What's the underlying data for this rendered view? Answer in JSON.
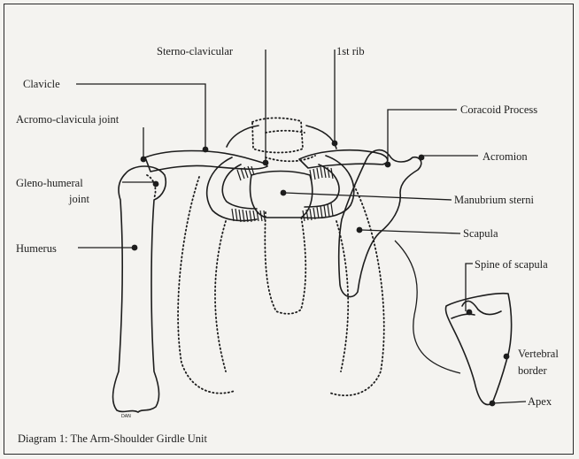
{
  "labels": {
    "sterno_clavicular": "Sterno-clavicular",
    "first_rib": "1st rib",
    "clavicle": "Clavicle",
    "coracoid_process": "Coracoid Process",
    "acromo_clavicula_joint": "Acromo-clavicula joint",
    "acromion": "Acromion",
    "gleno_humeral_1": "Gleno-humeral",
    "gleno_humeral_2": "joint",
    "manubrium_sterni": "Manubrium sterni",
    "humerus": "Humerus",
    "scapula": "Scapula",
    "spine_of_scapula": "Spine of scapula",
    "vertebral_border_1": "Vertebral",
    "vertebral_border_2": "border",
    "apex": "Apex",
    "signature": "DAN"
  },
  "caption": "Diagram 1: The Arm-Shoulder Girdle Unit"
}
